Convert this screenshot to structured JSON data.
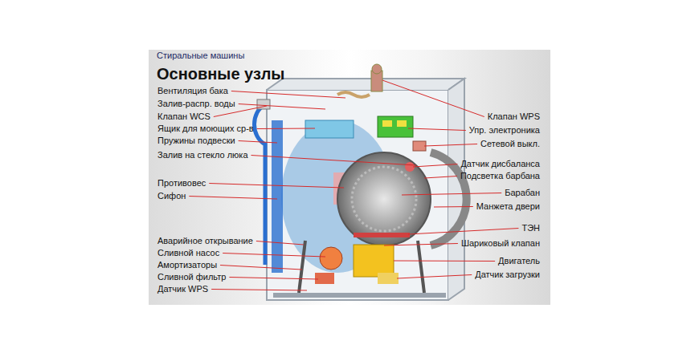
{
  "diagram": {
    "title": "Основные узлы",
    "labels": [
      "Стиральные машины",
      "Вентиляция бака",
      "Залив-распр. воды",
      "Клапан WCS",
      "Ящик для моющих ср-в",
      "Пружины подвески",
      "Залив на стекло люка",
      "Противовес",
      "Сифон",
      "Аварийное открывание",
      "Сливной насос",
      "Амортизаторы",
      "Сливной фильтр",
      "Датчик WPS",
      "Клапан WPS",
      "Упр. электроника",
      "Сетевой выкл.",
      "Датчик дисбаланса",
      "Подсветка барбана",
      "Барабан",
      "Манжета двери",
      "ТЭН",
      "Шариковый клапан",
      "Двигатель",
      "Датчик загрузки"
    ]
  }
}
